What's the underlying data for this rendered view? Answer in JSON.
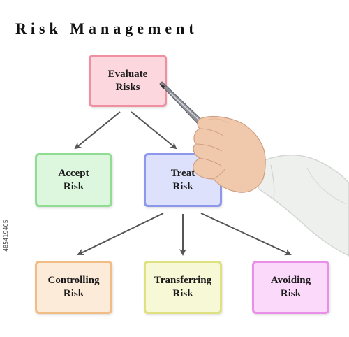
{
  "title": "Risk Management",
  "boxes": {
    "evaluate": {
      "label": "Evaluate\nRisks",
      "fill": "#fcd7dd",
      "border": "#ef8fa0"
    },
    "accept": {
      "label": "Accept\nRisk",
      "fill": "#dcf7dd",
      "border": "#8fdc92"
    },
    "treat": {
      "label": "Treat\nRisk",
      "fill": "#dde1fb",
      "border": "#8d97ec"
    },
    "controlling": {
      "label": "Controlling\nRisk",
      "fill": "#fdebd9",
      "border": "#f2bd85"
    },
    "transferring": {
      "label": "Transferring\nRisk",
      "fill": "#f7f8d5",
      "border": "#dfe07f"
    },
    "avoiding": {
      "label": "Avoiding\nRisk",
      "fill": "#fbd9fb",
      "border": "#ea8fe8"
    }
  },
  "arrow_color": "#555555",
  "watermark": "485419405"
}
